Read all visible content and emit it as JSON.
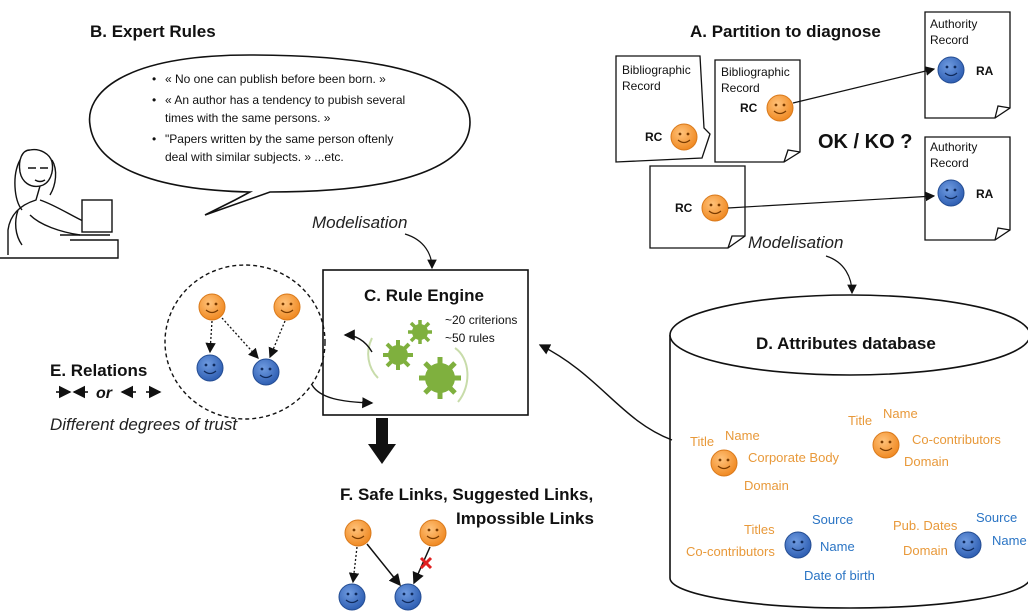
{
  "expert_rules": {
    "title": "B. Expert Rules",
    "bullets": [
      "« No one can publish before been born. »",
      "« An author has a tendency to pubish several",
      "times with the same persons. »",
      "\"Papers written by the same person oftenly",
      "deal with similar subjects. » ...etc."
    ]
  },
  "partition": {
    "title": "A. Partition to diagnose",
    "biblio1": [
      "Bibliographic",
      "Record"
    ],
    "biblio2": [
      "Bibliographic",
      "Record"
    ],
    "authority1": [
      "Authority",
      "Record"
    ],
    "authority2": [
      "Authority",
      "Record"
    ],
    "rc": "RC",
    "ra": "RA",
    "okko": "OK / KO ?"
  },
  "modelisation_left": "Modelisation",
  "modelisation_right": "Modelisation",
  "rule_engine": {
    "title": "C. Rule Engine",
    "criterions": "~20 criterions",
    "rules": "~50 rules"
  },
  "relations": {
    "title": "E. Relations",
    "or": "or",
    "trust": "Different degrees of trust"
  },
  "attributes": {
    "title": "D. Attributes database",
    "group1": [
      "Title",
      "Name",
      "Corporate Body",
      "Domain"
    ],
    "group2": [
      "Title",
      "Name",
      "Co-contributors",
      "Domain"
    ],
    "group3_orange": [
      "Titles",
      "Co-contributors"
    ],
    "group3_blue": [
      "Source",
      "Name",
      "Date of birth"
    ],
    "group4_orange": [
      "Pub. Dates",
      "Domain"
    ],
    "group4_blue": [
      "Source",
      "Name"
    ]
  },
  "links": {
    "title1": "F. Safe Links, Suggested Links,",
    "title2": "Impossible Links"
  },
  "colors": {
    "orange": "#f39a3d",
    "blue": "#3b6fc4",
    "green": "#7fb03e"
  }
}
